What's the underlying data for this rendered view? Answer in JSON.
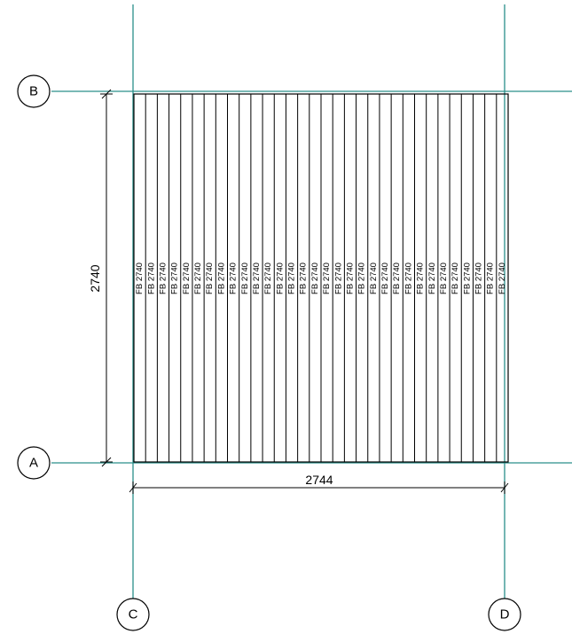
{
  "gridlines": {
    "a": "A",
    "b": "B",
    "c": "C",
    "d": "D"
  },
  "dimensions": {
    "width": "2744",
    "height": "2740"
  },
  "boards": {
    "label": "FB 2740",
    "count": 32
  },
  "colors": {
    "grid_line": "#2a8f8a",
    "ink": "#000000"
  }
}
